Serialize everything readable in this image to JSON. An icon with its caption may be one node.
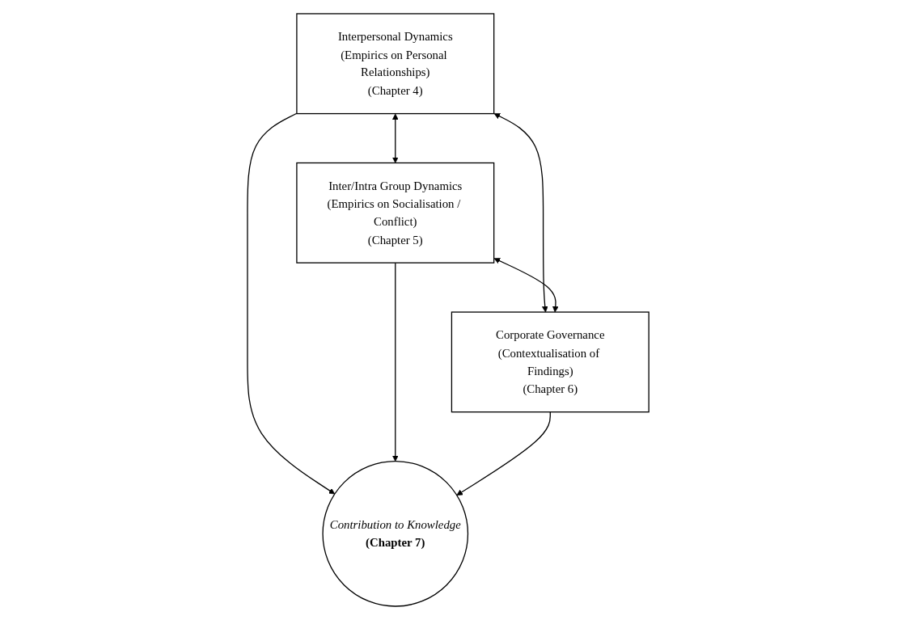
{
  "diagram": {
    "nodes": [
      {
        "text": [
          "Interpersonal Dynamics",
          "(Empirics on Personal Relationships)",
          "(Chapter 4)"
        ]
      },
      {
        "text": [
          "Inter/Intra Group Dynamics",
          "(Empirics on Socialisation / Conflict)",
          "(Chapter 5)"
        ]
      },
      {
        "text": [
          "Contribution to Knowledge",
          "(Chapter 7)"
        ]
      },
      {
        "text": [
          "Corporate Governance",
          "(Contextualisation of Findings)",
          "(Chapter 6)"
        ]
      }
    ],
    "edges": [
      {
        "from": 0,
        "to": 1,
        "arrow": "both"
      },
      {
        "from": 0,
        "to": 2,
        "arrow": "to"
      },
      {
        "from": 1,
        "to": 2,
        "arrow": "to"
      },
      {
        "from": 0,
        "to": 3,
        "arrow": "both"
      },
      {
        "from": 1,
        "to": 3,
        "arrow": "both"
      },
      {
        "from": 3,
        "to": 2,
        "arrow": "to"
      }
    ]
  }
}
